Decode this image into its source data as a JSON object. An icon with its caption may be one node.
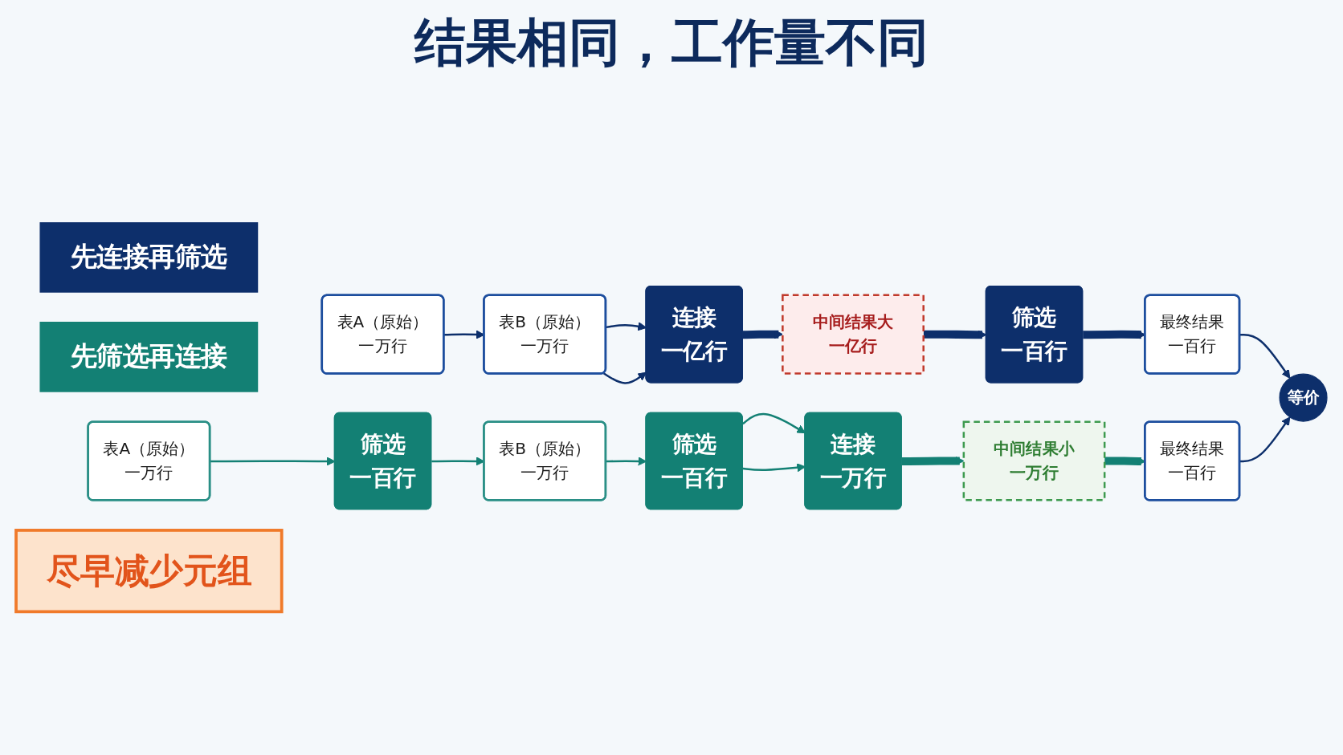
{
  "diagram": {
    "title": "结果相同，工作量不同",
    "nodes": [
      {
        "text": [
          "先连接再筛选"
        ]
      },
      {
        "text": [
          "表A（原始）",
          "一万行"
        ]
      },
      {
        "text": [
          "表B（原始）",
          "一万行"
        ]
      },
      {
        "text": [
          "连接",
          "一亿行"
        ]
      },
      {
        "text": [
          "中间结果大",
          "一亿行"
        ]
      },
      {
        "text": [
          "筛选",
          "一百行"
        ]
      },
      {
        "text": [
          "最终结果",
          "一百行"
        ]
      },
      {
        "text": [
          "等价"
        ]
      },
      {
        "text": [
          "先筛选再连接"
        ]
      },
      {
        "text": [
          "表A（原始）",
          "一万行"
        ]
      },
      {
        "text": [
          "筛选",
          "一百行"
        ]
      },
      {
        "text": [
          "表B（原始）",
          "一万行"
        ]
      },
      {
        "text": [
          "筛选",
          "一百行"
        ]
      },
      {
        "text": [
          "连接",
          "一万行"
        ]
      },
      {
        "text": [
          "中间结果小",
          "一万行"
        ]
      },
      {
        "text": [
          "最终结果",
          "一百行"
        ]
      },
      {
        "text": [
          "尽早减少元组"
        ]
      }
    ],
    "edges": [
      {
        "from": 1,
        "to": 2,
        "arrow": "to"
      },
      {
        "from": 2,
        "to": 3,
        "arrow": "to"
      },
      {
        "from": 2,
        "to": 3,
        "arrow": "to"
      },
      {
        "from": 3,
        "to": 4,
        "arrow": "to",
        "style": "thick"
      },
      {
        "from": 4,
        "to": 5,
        "arrow": "to",
        "style": "thick"
      },
      {
        "from": 5,
        "to": 6,
        "arrow": "to",
        "style": "thick"
      },
      {
        "from": 6,
        "to": 7,
        "arrow": "to"
      },
      {
        "from": 9,
        "to": 10,
        "arrow": "to",
        "color": "#138074"
      },
      {
        "from": 10,
        "to": 11,
        "arrow": "to",
        "color": "#138074"
      },
      {
        "from": 11,
        "to": 12,
        "arrow": "to",
        "color": "#138074"
      },
      {
        "from": 12,
        "to": 13,
        "arrow": "to",
        "color": "#138074"
      },
      {
        "from": 12,
        "to": 13,
        "arrow": "to",
        "color": "#138074"
      },
      {
        "from": 13,
        "to": 14,
        "arrow": "to",
        "style": "thick",
        "color": "#138074"
      },
      {
        "from": 14,
        "to": 15,
        "arrow": "to",
        "style": "thick",
        "color": "#138074"
      },
      {
        "from": 15,
        "to": 7,
        "arrow": "to"
      }
    ]
  }
}
